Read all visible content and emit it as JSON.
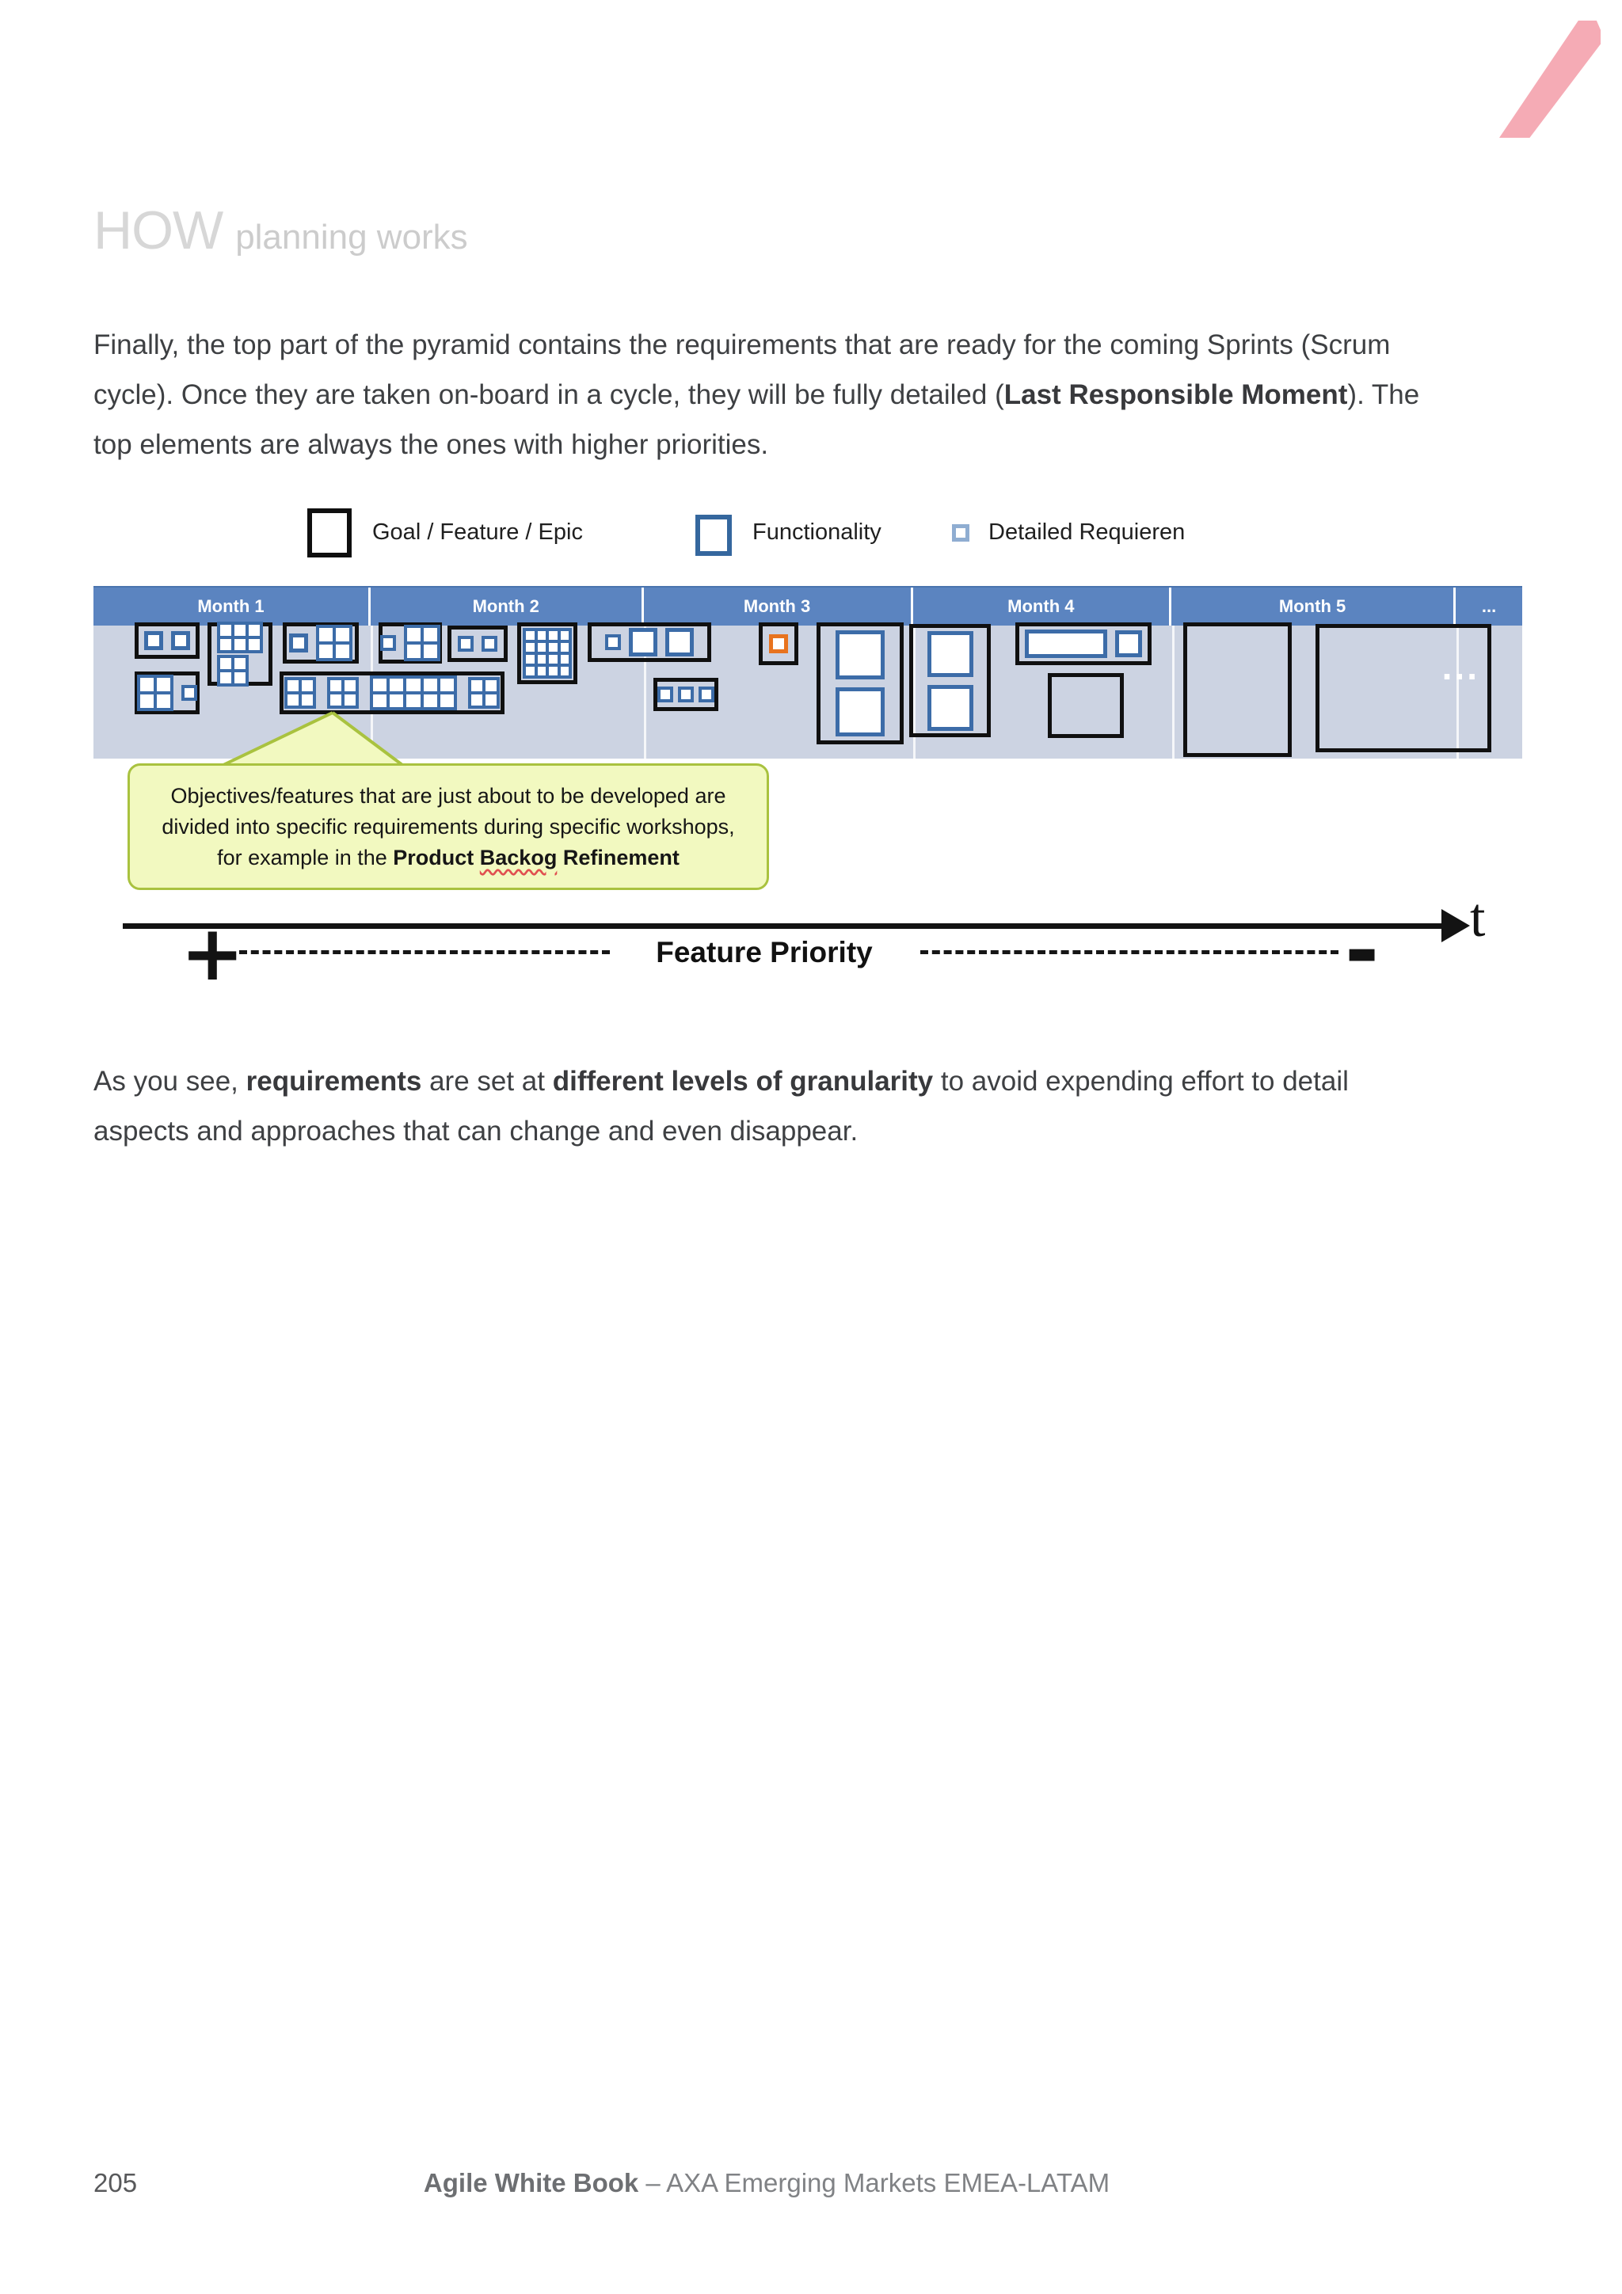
{
  "page": {
    "title": {
      "big": "HOW",
      "small": "planning works"
    },
    "paragraph1": {
      "t1": "Finally, the top part of the pyramid contains the requirements that are ready for the coming Sprints (Scrum cycle). Once they are taken on-board in a cycle, they will be fully detailed (",
      "b1": "Last Responsible Moment",
      "t2": "). The top elements are always the ones with higher priorities."
    },
    "paragraph2": {
      "t1": "As you see, ",
      "b1": "requirements",
      "t2": " are set at ",
      "b2": "different levels of granularity",
      "t3": " to avoid expending effort to detail aspects and approaches that can change and even disappear."
    },
    "footer": {
      "page_number": "205",
      "book": "Agile White Book",
      "rest": " – AXA Emerging Markets EMEA-LATAM"
    }
  },
  "diagram": {
    "legend": [
      {
        "label": "Goal / Feature / Epic"
      },
      {
        "label": "Functionality"
      },
      {
        "label": "Detailed Requieren"
      }
    ],
    "months": [
      "Month  1",
      "Month  2",
      "Month  3",
      "Month  4",
      "Month  5",
      "..."
    ],
    "ellipsis": "...",
    "callout": {
      "t1": "Objectives/features that are just about to be developed are divided into specific requirements during specific workshops, for example in the ",
      "b1": "Product ",
      "squiggly": "Backog",
      "b2": " Refinement"
    },
    "axis": {
      "plus": "+",
      "label": "Feature Priority",
      "minus": "-",
      "t": "t"
    },
    "colors": {
      "bar_blue": "#5b84c0",
      "body_bg": "#ccd3e2",
      "requirement_blue": "#3c6ca8",
      "highlight_orange": "#e8731e",
      "callout_bg": "#f2f9c0",
      "callout_border": "#a9c23f",
      "corner_slash_pink": "#f5abb5"
    }
  }
}
